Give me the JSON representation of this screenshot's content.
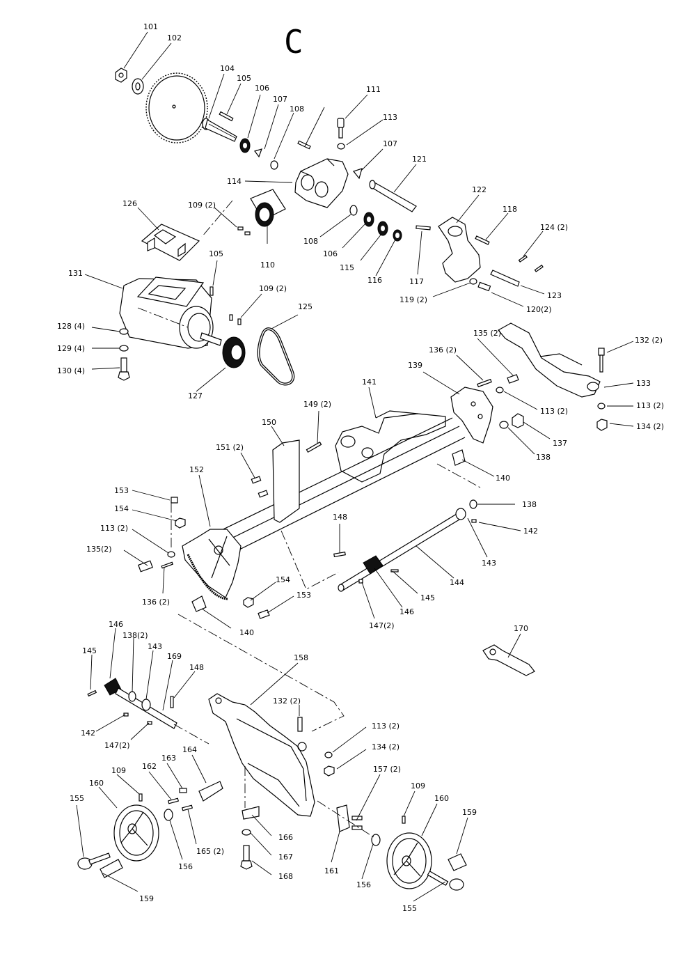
{
  "page_marker": "C",
  "callouts": [
    {
      "id": "c101",
      "text": "101"
    },
    {
      "id": "c102",
      "text": "102"
    },
    {
      "id": "c104",
      "text": "104"
    },
    {
      "id": "c105a",
      "text": "105"
    },
    {
      "id": "c106a",
      "text": "106"
    },
    {
      "id": "c107a",
      "text": "107"
    },
    {
      "id": "c108a",
      "text": "108"
    },
    {
      "id": "c111",
      "text": "111"
    },
    {
      "id": "c113a",
      "text": "113"
    },
    {
      "id": "c107b",
      "text": "107"
    },
    {
      "id": "c121",
      "text": "121"
    },
    {
      "id": "c114",
      "text": "114"
    },
    {
      "id": "c126",
      "text": "126"
    },
    {
      "id": "c109a",
      "text": "109 (2)"
    },
    {
      "id": "c108b",
      "text": "108"
    },
    {
      "id": "c106b",
      "text": "106"
    },
    {
      "id": "c110",
      "text": "110"
    },
    {
      "id": "c115",
      "text": "115"
    },
    {
      "id": "c116",
      "text": "116"
    },
    {
      "id": "c117",
      "text": "117"
    },
    {
      "id": "c122",
      "text": "122"
    },
    {
      "id": "c118",
      "text": "118"
    },
    {
      "id": "c124",
      "text": "124 (2)"
    },
    {
      "id": "c123",
      "text": "123"
    },
    {
      "id": "c119",
      "text": "119 (2)"
    },
    {
      "id": "c120",
      "text": "120(2)"
    },
    {
      "id": "c131",
      "text": "131"
    },
    {
      "id": "c105b",
      "text": "105"
    },
    {
      "id": "c109b",
      "text": "109 (2)"
    },
    {
      "id": "c125",
      "text": "125"
    },
    {
      "id": "c128",
      "text": "128 (4)"
    },
    {
      "id": "c129",
      "text": "129 (4)"
    },
    {
      "id": "c130",
      "text": "130 (4)"
    },
    {
      "id": "c127",
      "text": "127"
    },
    {
      "id": "c135a",
      "text": "135 (2)"
    },
    {
      "id": "c136a",
      "text": "136 (2)"
    },
    {
      "id": "c132a",
      "text": "132 (2)"
    },
    {
      "id": "c139",
      "text": "139"
    },
    {
      "id": "c141",
      "text": "141"
    },
    {
      "id": "c133",
      "text": "133"
    },
    {
      "id": "c113b",
      "text": "113 (2)"
    },
    {
      "id": "c113c",
      "text": "113 (2)"
    },
    {
      "id": "c134a",
      "text": "134 (2)"
    },
    {
      "id": "c137",
      "text": "137"
    },
    {
      "id": "c138a",
      "text": "138"
    },
    {
      "id": "c149",
      "text": "149 (2)"
    },
    {
      "id": "c150",
      "text": "150"
    },
    {
      "id": "c151",
      "text": "151 (2)"
    },
    {
      "id": "c152",
      "text": "152"
    },
    {
      "id": "c140a",
      "text": "140"
    },
    {
      "id": "c138b",
      "text": "138"
    },
    {
      "id": "c142a",
      "text": "142"
    },
    {
      "id": "c153a",
      "text": "153"
    },
    {
      "id": "c154a",
      "text": "154"
    },
    {
      "id": "c113d",
      "text": "113 (2)"
    },
    {
      "id": "c135b",
      "text": "135(2)"
    },
    {
      "id": "c148a",
      "text": "148"
    },
    {
      "id": "c143a",
      "text": "143"
    },
    {
      "id": "c144",
      "text": "144"
    },
    {
      "id": "c145a",
      "text": "145"
    },
    {
      "id": "c146a",
      "text": "146"
    },
    {
      "id": "c147a",
      "text": "147(2)"
    },
    {
      "id": "c136b",
      "text": "136 (2)"
    },
    {
      "id": "c154b",
      "text": "154"
    },
    {
      "id": "c153b",
      "text": "153"
    },
    {
      "id": "c140b",
      "text": "140"
    },
    {
      "id": "c170",
      "text": "170"
    },
    {
      "id": "c146b",
      "text": "146"
    },
    {
      "id": "c138c",
      "text": "138(2)"
    },
    {
      "id": "c145b",
      "text": "145"
    },
    {
      "id": "c143b",
      "text": "143"
    },
    {
      "id": "c169",
      "text": "169"
    },
    {
      "id": "c148b",
      "text": "148"
    },
    {
      "id": "c158",
      "text": "158"
    },
    {
      "id": "c132b",
      "text": "132 (2)"
    },
    {
      "id": "c142b",
      "text": "142"
    },
    {
      "id": "c147b",
      "text": "147(2)"
    },
    {
      "id": "c113e",
      "text": "113 (2)"
    },
    {
      "id": "c134b",
      "text": "134 (2)"
    },
    {
      "id": "c163",
      "text": "163"
    },
    {
      "id": "c164",
      "text": "164"
    },
    {
      "id": "c162",
      "text": "162"
    },
    {
      "id": "c109c",
      "text": "109"
    },
    {
      "id": "c160a",
      "text": "160"
    },
    {
      "id": "c157",
      "text": "157 (2)"
    },
    {
      "id": "c109d",
      "text": "109"
    },
    {
      "id": "c160b",
      "text": "160"
    },
    {
      "id": "c155a",
      "text": "155"
    },
    {
      "id": "c159a",
      "text": "159"
    },
    {
      "id": "c165",
      "text": "165 (2)"
    },
    {
      "id": "c166",
      "text": "166"
    },
    {
      "id": "c167",
      "text": "167"
    },
    {
      "id": "c168",
      "text": "168"
    },
    {
      "id": "c161",
      "text": "161"
    },
    {
      "id": "c156a",
      "text": "156"
    },
    {
      "id": "c156b",
      "text": "156"
    },
    {
      "id": "c155b",
      "text": "155"
    },
    {
      "id": "c159b",
      "text": "159"
    }
  ]
}
